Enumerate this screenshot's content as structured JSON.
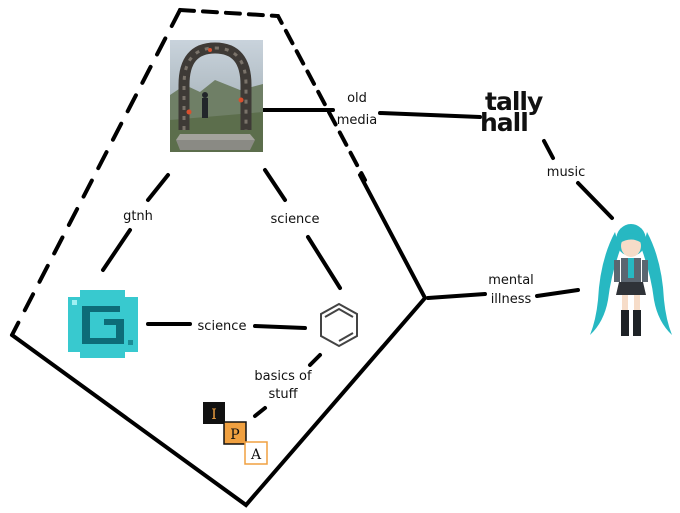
{
  "nodes": {
    "portal": {
      "icon": "stone-portal-photo-icon"
    },
    "tally_hall": {
      "line1": "tally",
      "line2": "hall"
    },
    "miku": {
      "icon": "anime-character-icon"
    },
    "gtnh": {
      "icon": "gt-logo-icon"
    },
    "benzene": {
      "icon": "benzene-ring-icon"
    },
    "ipa": {
      "letters": [
        "I",
        "P",
        "A"
      ]
    }
  },
  "edges": {
    "portal_tallyhall": {
      "line1": "old",
      "line2": "media"
    },
    "portal_gtnh": {
      "label": "gtnh"
    },
    "portal_benzene": {
      "label": "science"
    },
    "gtnh_benzene": {
      "label": "science"
    },
    "benzene_ipa": {
      "line1": "basics of",
      "line2": "stuff"
    },
    "tallyhall_miku": {
      "label": "music"
    },
    "hull_miku": {
      "line1": "mental",
      "line2": "illness"
    }
  },
  "colors": {
    "line": "#000000",
    "gt_cyan": "#38c9cf",
    "ipa_orange": "#f0a040",
    "miku_teal": "#27b8c2"
  }
}
